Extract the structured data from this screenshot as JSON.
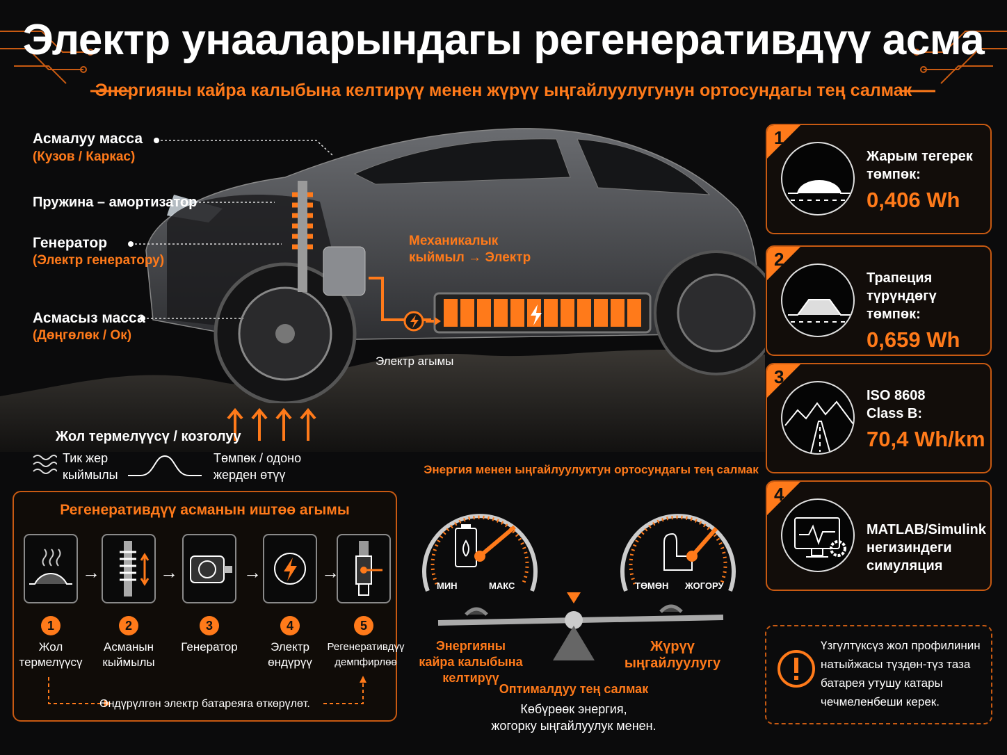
{
  "title": "Электр унааларындагы регенеративдүү асма",
  "subtitle": "Энергияны кайра калыбына келтирүү менен жүрүү ыңгайлуулугунун ортосундагы тең салмак",
  "car_labels": {
    "sprung_mass": "Асмалуу масса",
    "sprung_mass_sub": "(Кузов / Каркас)",
    "spring_damper": "Пружина – амортизатор",
    "generator": "Генератор",
    "generator_sub": "(Электр генератору)",
    "unsprung_mass": "Асмасыз масса",
    "unsprung_mass_sub": "(Дөңгөлөк / Ок)",
    "mech_to_elec_1": "Механикалык",
    "mech_to_elec_2": "кыймыл → Электр",
    "current_flow": "Электр агымы",
    "road_vibration": "Жол термелүүсү / козголуу",
    "vertical_motion_1": "Тик жер",
    "vertical_motion_2": "кыймылы",
    "bump_pass_1": "Төмпөк / одоно",
    "bump_pass_2": "жерден өтүү"
  },
  "cards": [
    {
      "num": "1",
      "text_1": "Жарым тегерек",
      "text_2": "төмпөк:",
      "value": "0,406 Wh"
    },
    {
      "num": "2",
      "text_1": "Трапеция түрүндөгү",
      "text_2": "төмпөк:",
      "value": "0,659 Wh"
    },
    {
      "num": "3",
      "text_1": "ISO 8608",
      "text_2": "Class B:",
      "value": "70,4 Wh/km"
    },
    {
      "num": "4",
      "text_1": "MATLAB/Simulink",
      "text_2": "негизиндеги",
      "text_3": "симуляция"
    }
  ],
  "flow": {
    "title": "Регенеративдүү асманын иштөө агымы",
    "steps": [
      {
        "num": "1",
        "label_1": "Жол",
        "label_2": "термелүүсү"
      },
      {
        "num": "2",
        "label_1": "Асманын",
        "label_2": "кыймылы"
      },
      {
        "num": "3",
        "label_1": "Генератор",
        "label_2": ""
      },
      {
        "num": "4",
        "label_1": "Электр",
        "label_2": "өндүрүү"
      },
      {
        "num": "5",
        "label_1": "Регенеративдүү",
        "label_2": "демпфирлөө"
      }
    ],
    "footer": "Өндүрүлгөн электр батареяга өткөрүлөт."
  },
  "balance": {
    "title": "Энергия менен ыңгайлуулуктун ортосундагы тең салмак",
    "gauge_left_min": "МИН",
    "gauge_left_max": "МАКС",
    "gauge_right_min": "ТӨМӨН",
    "gauge_right_max": "ЖОГОРУ",
    "left_label_1": "Энергияны",
    "left_label_2": "кайра калыбына",
    "left_label_3": "келтирүү",
    "right_label_1": "Жүрүү",
    "right_label_2": "ыңгайлуулугу",
    "optimal": "Оптималдуу тең салмак",
    "optimal_desc_1": "Көбүрөөк энергия,",
    "optimal_desc_2": "жогорку ыңгайлуулук менен."
  },
  "warning": {
    "line_1": "Үзгүлтүксүз жол профилинин",
    "line_2": "натыйжасы түздөн-түз таза",
    "line_3": "батарея утушу катары",
    "line_4": "чечмеленбеши керек."
  },
  "colors": {
    "accent": "#ff7a1a",
    "background": "#0b0b0c",
    "car_body": "#4a4c50"
  }
}
